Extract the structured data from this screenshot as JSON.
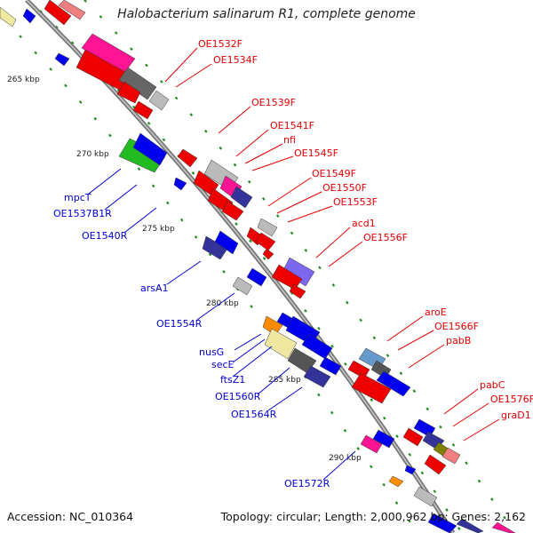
{
  "title": "Halobacterium salinarum R1, complete genome",
  "footer": {
    "accession": "Accession: NC_010364",
    "topology": "Topology: circular; Length: 2,000,962 bp; Genes: 2,162"
  },
  "kbp_ticks": [
    "265 kbp",
    "270 kbp",
    "275 kbp",
    "280 kbp",
    "285 kbp",
    "290 kbp"
  ],
  "plus_strand_labels": [
    "OE1532F",
    "OE1534F",
    "OE1539F",
    "OE1541F",
    "nfi",
    "OE1545F",
    "OE1549F",
    "OE1550F",
    "OE1553F",
    "acd1",
    "OE1556F",
    "aroE",
    "OE1566F",
    "pabB",
    "pabC",
    "OE1576F",
    "graD1"
  ],
  "minus_strand_labels": [
    "mpcT",
    "OE1537B1R",
    "OE1540R",
    "arsA1",
    "OE1554R",
    "nusG",
    "secE",
    "ftsZ1",
    "OE1560R",
    "OE1564R",
    "OE1572R"
  ],
  "colors": {
    "backbone": "#8c8c8c",
    "tick_green": "#1e8c1e",
    "plus_label": "#e00000",
    "minus_label": "#0000cc"
  }
}
